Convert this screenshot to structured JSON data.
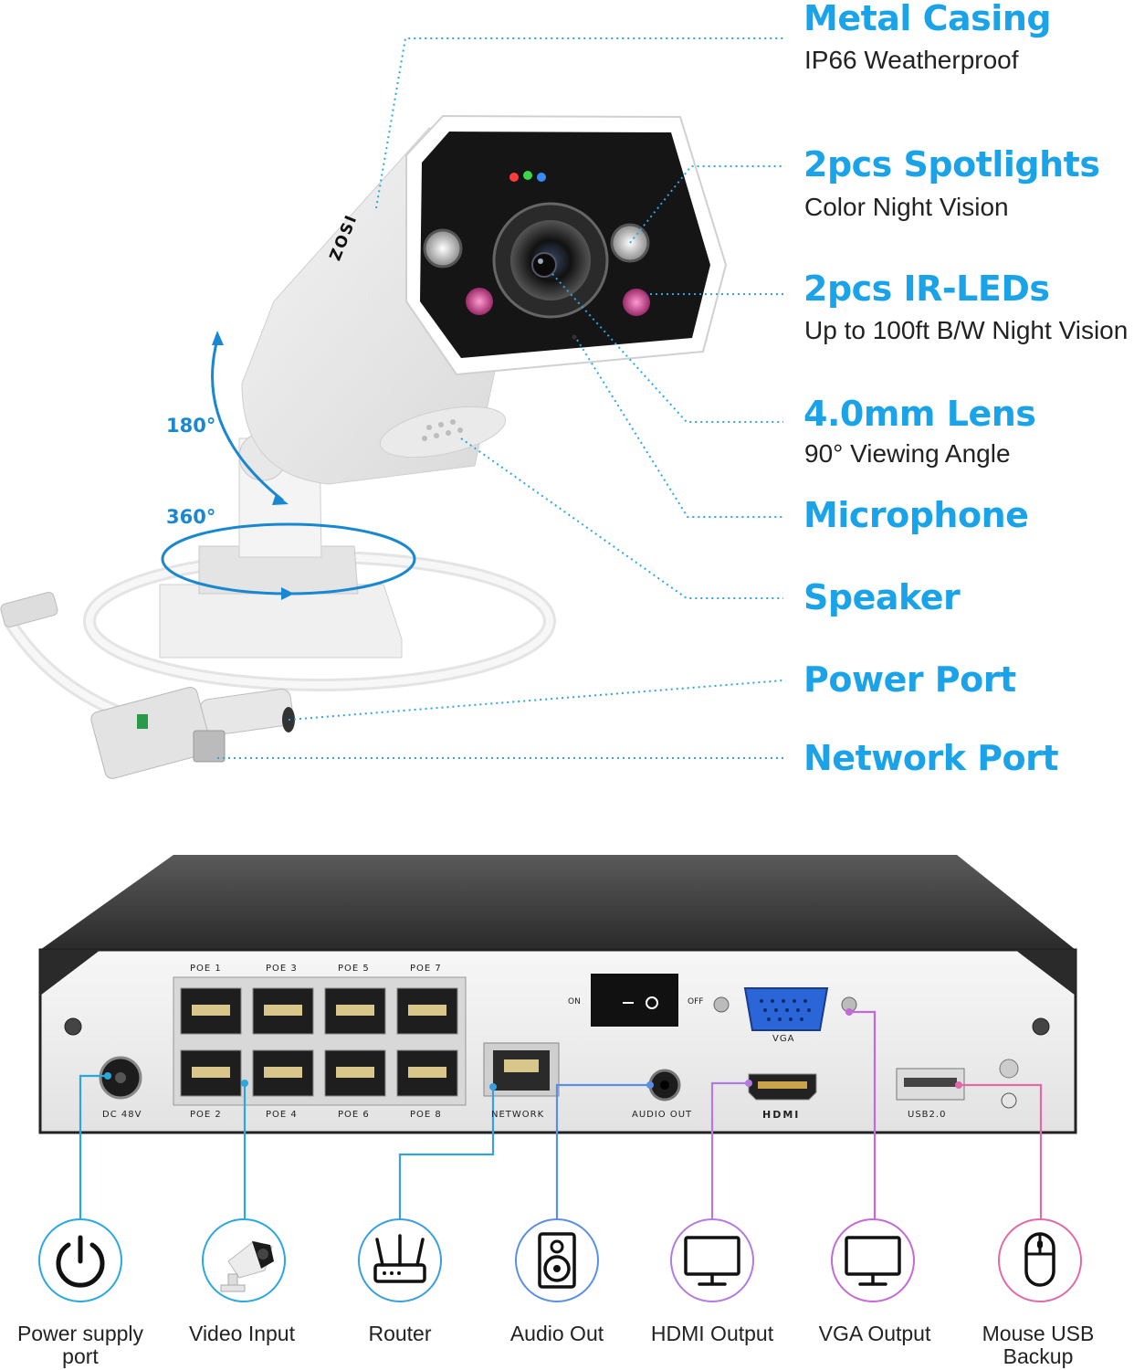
{
  "features": [
    {
      "title": "Metal Casing",
      "subtitle": "IP66 Weatherproof"
    },
    {
      "title": "2pcs Spotlights",
      "subtitle": "Color Night Vision"
    },
    {
      "title": "2pcs IR-LEDs",
      "subtitle": "Up to 100ft B/W Night Vision"
    },
    {
      "title": "4.0mm Lens",
      "subtitle": "90° Viewing Angle"
    },
    {
      "title": "Microphone",
      "subtitle": ""
    },
    {
      "title": "Speaker",
      "subtitle": ""
    },
    {
      "title": "Power Port",
      "subtitle": ""
    },
    {
      "title": "Network Port",
      "subtitle": ""
    }
  ],
  "camera": {
    "brand": "ZOSI",
    "tilt_angle": "180°",
    "pan_angle": "360°"
  },
  "nvr": {
    "poe_top": [
      "POE 1",
      "POE 3",
      "POE 5",
      "POE 7"
    ],
    "poe_bottom": [
      "POE 2",
      "POE 4",
      "POE 6",
      "POE 8"
    ],
    "dc_label": "DC 48V",
    "network_label": "NETWORK",
    "audio_label": "AUDIO OUT",
    "hdmi_label": "HDMI",
    "vga_label": "VGA",
    "usb_label": "USB2.0",
    "switch_on": "ON",
    "switch_off": "OFF"
  },
  "connections": [
    {
      "label": "Power supply port",
      "icon": "power-icon",
      "color": "#29a8e0"
    },
    {
      "label": "Video Input",
      "icon": "camera-icon",
      "color": "#29a8e0"
    },
    {
      "label": "Router",
      "icon": "router-icon",
      "color": "#3a9fe0"
    },
    {
      "label": "Audio Out",
      "icon": "speaker-icon",
      "color": "#5b8fe6"
    },
    {
      "label": "HDMI Output",
      "icon": "monitor-icon",
      "color": "#b57ae0"
    },
    {
      "label": "VGA Output",
      "icon": "monitor-icon",
      "color": "#c36ad8"
    },
    {
      "label": "Mouse USB Backup",
      "icon": "mouse-icon",
      "color": "#e06aa8"
    }
  ]
}
